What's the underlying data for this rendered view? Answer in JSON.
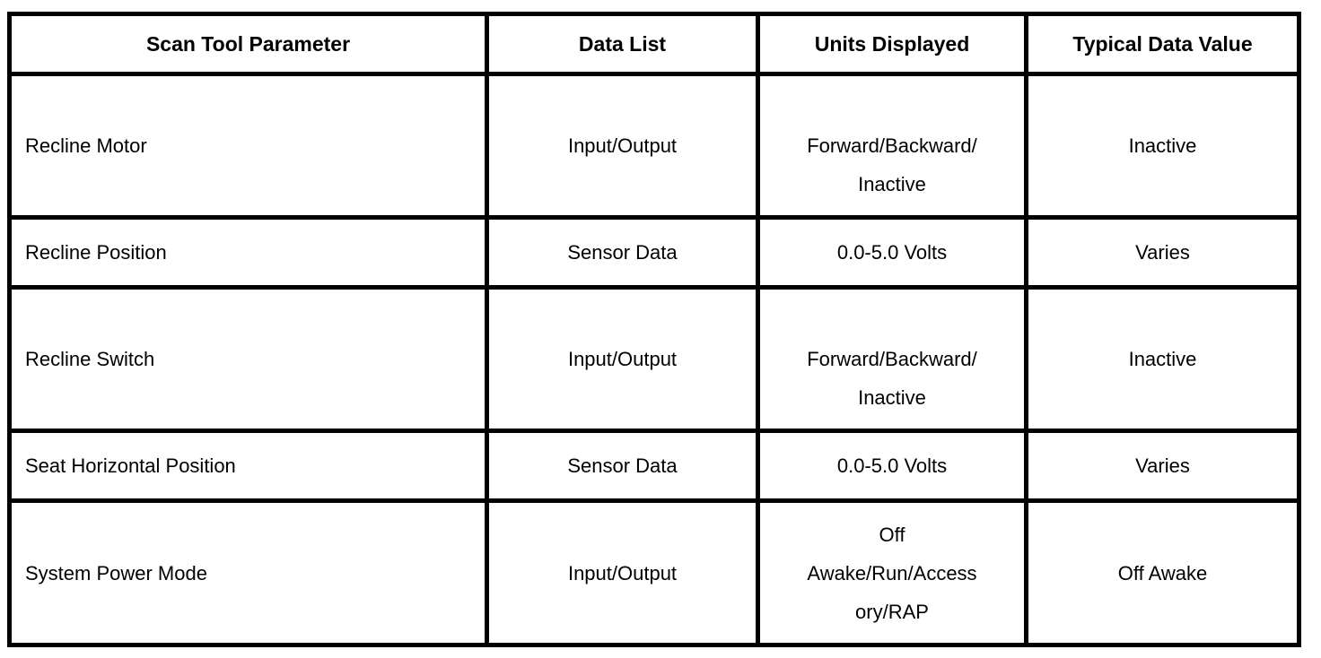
{
  "table": {
    "headers": {
      "parameter": "Scan Tool Parameter",
      "data_list": "Data List",
      "units_displayed": "Units Displayed",
      "typical_value": "Typical Data Value"
    },
    "rows": [
      {
        "parameter": "Recline Motor",
        "data_list": "Input/Output",
        "units_displayed": [
          "Forward/Backward/",
          "Inactive"
        ],
        "typical_value": "Inactive"
      },
      {
        "parameter": "Recline Position",
        "data_list": "Sensor Data",
        "units_displayed": [
          "0.0-5.0 Volts"
        ],
        "typical_value": "Varies"
      },
      {
        "parameter": "Recline Switch",
        "data_list": "Input/Output",
        "units_displayed": [
          "Forward/Backward/",
          "Inactive"
        ],
        "typical_value": "Inactive"
      },
      {
        "parameter": "Seat Horizontal Position",
        "data_list": "Sensor Data",
        "units_displayed": [
          "0.0-5.0 Volts"
        ],
        "typical_value": "Varies"
      },
      {
        "parameter": "System Power Mode",
        "data_list": "Input/Output",
        "units_displayed": [
          "Off",
          "Awake/Run/Access",
          "ory/RAP"
        ],
        "typical_value": "Off Awake"
      }
    ]
  }
}
